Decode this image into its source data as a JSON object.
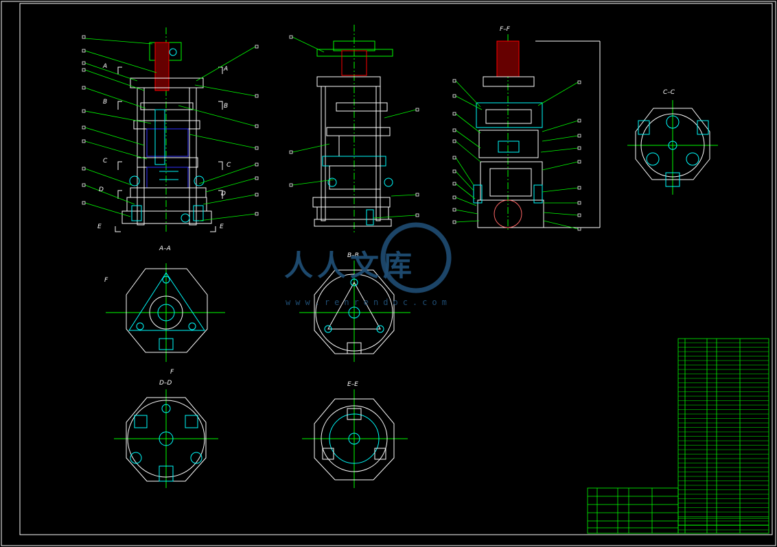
{
  "section_labels": {
    "a_left": "A",
    "a_right": "A",
    "b_left": "B",
    "b_right": "B",
    "c_left": "C",
    "c_right": "C",
    "d_left": "D",
    "d_right": "D",
    "e_left": "E",
    "e_right": "E",
    "f_top": "F",
    "f_bottom": "F"
  },
  "view_titles": {
    "ff": "F–F",
    "cc": "C–C",
    "aa": "A–A",
    "bb": "B–B",
    "dd": "D–D",
    "ee": "E–E"
  },
  "watermark": {
    "text": "人人文库",
    "url": "www.renrendoc.com"
  },
  "colors": {
    "background": "#000000",
    "outline": "#ffffff",
    "leader": "#00ff00",
    "section_cut": "#ff0000",
    "hidden_blue": "#3030ff",
    "hatch_cyan": "#00ffff",
    "watermark": "#1f4d73"
  }
}
